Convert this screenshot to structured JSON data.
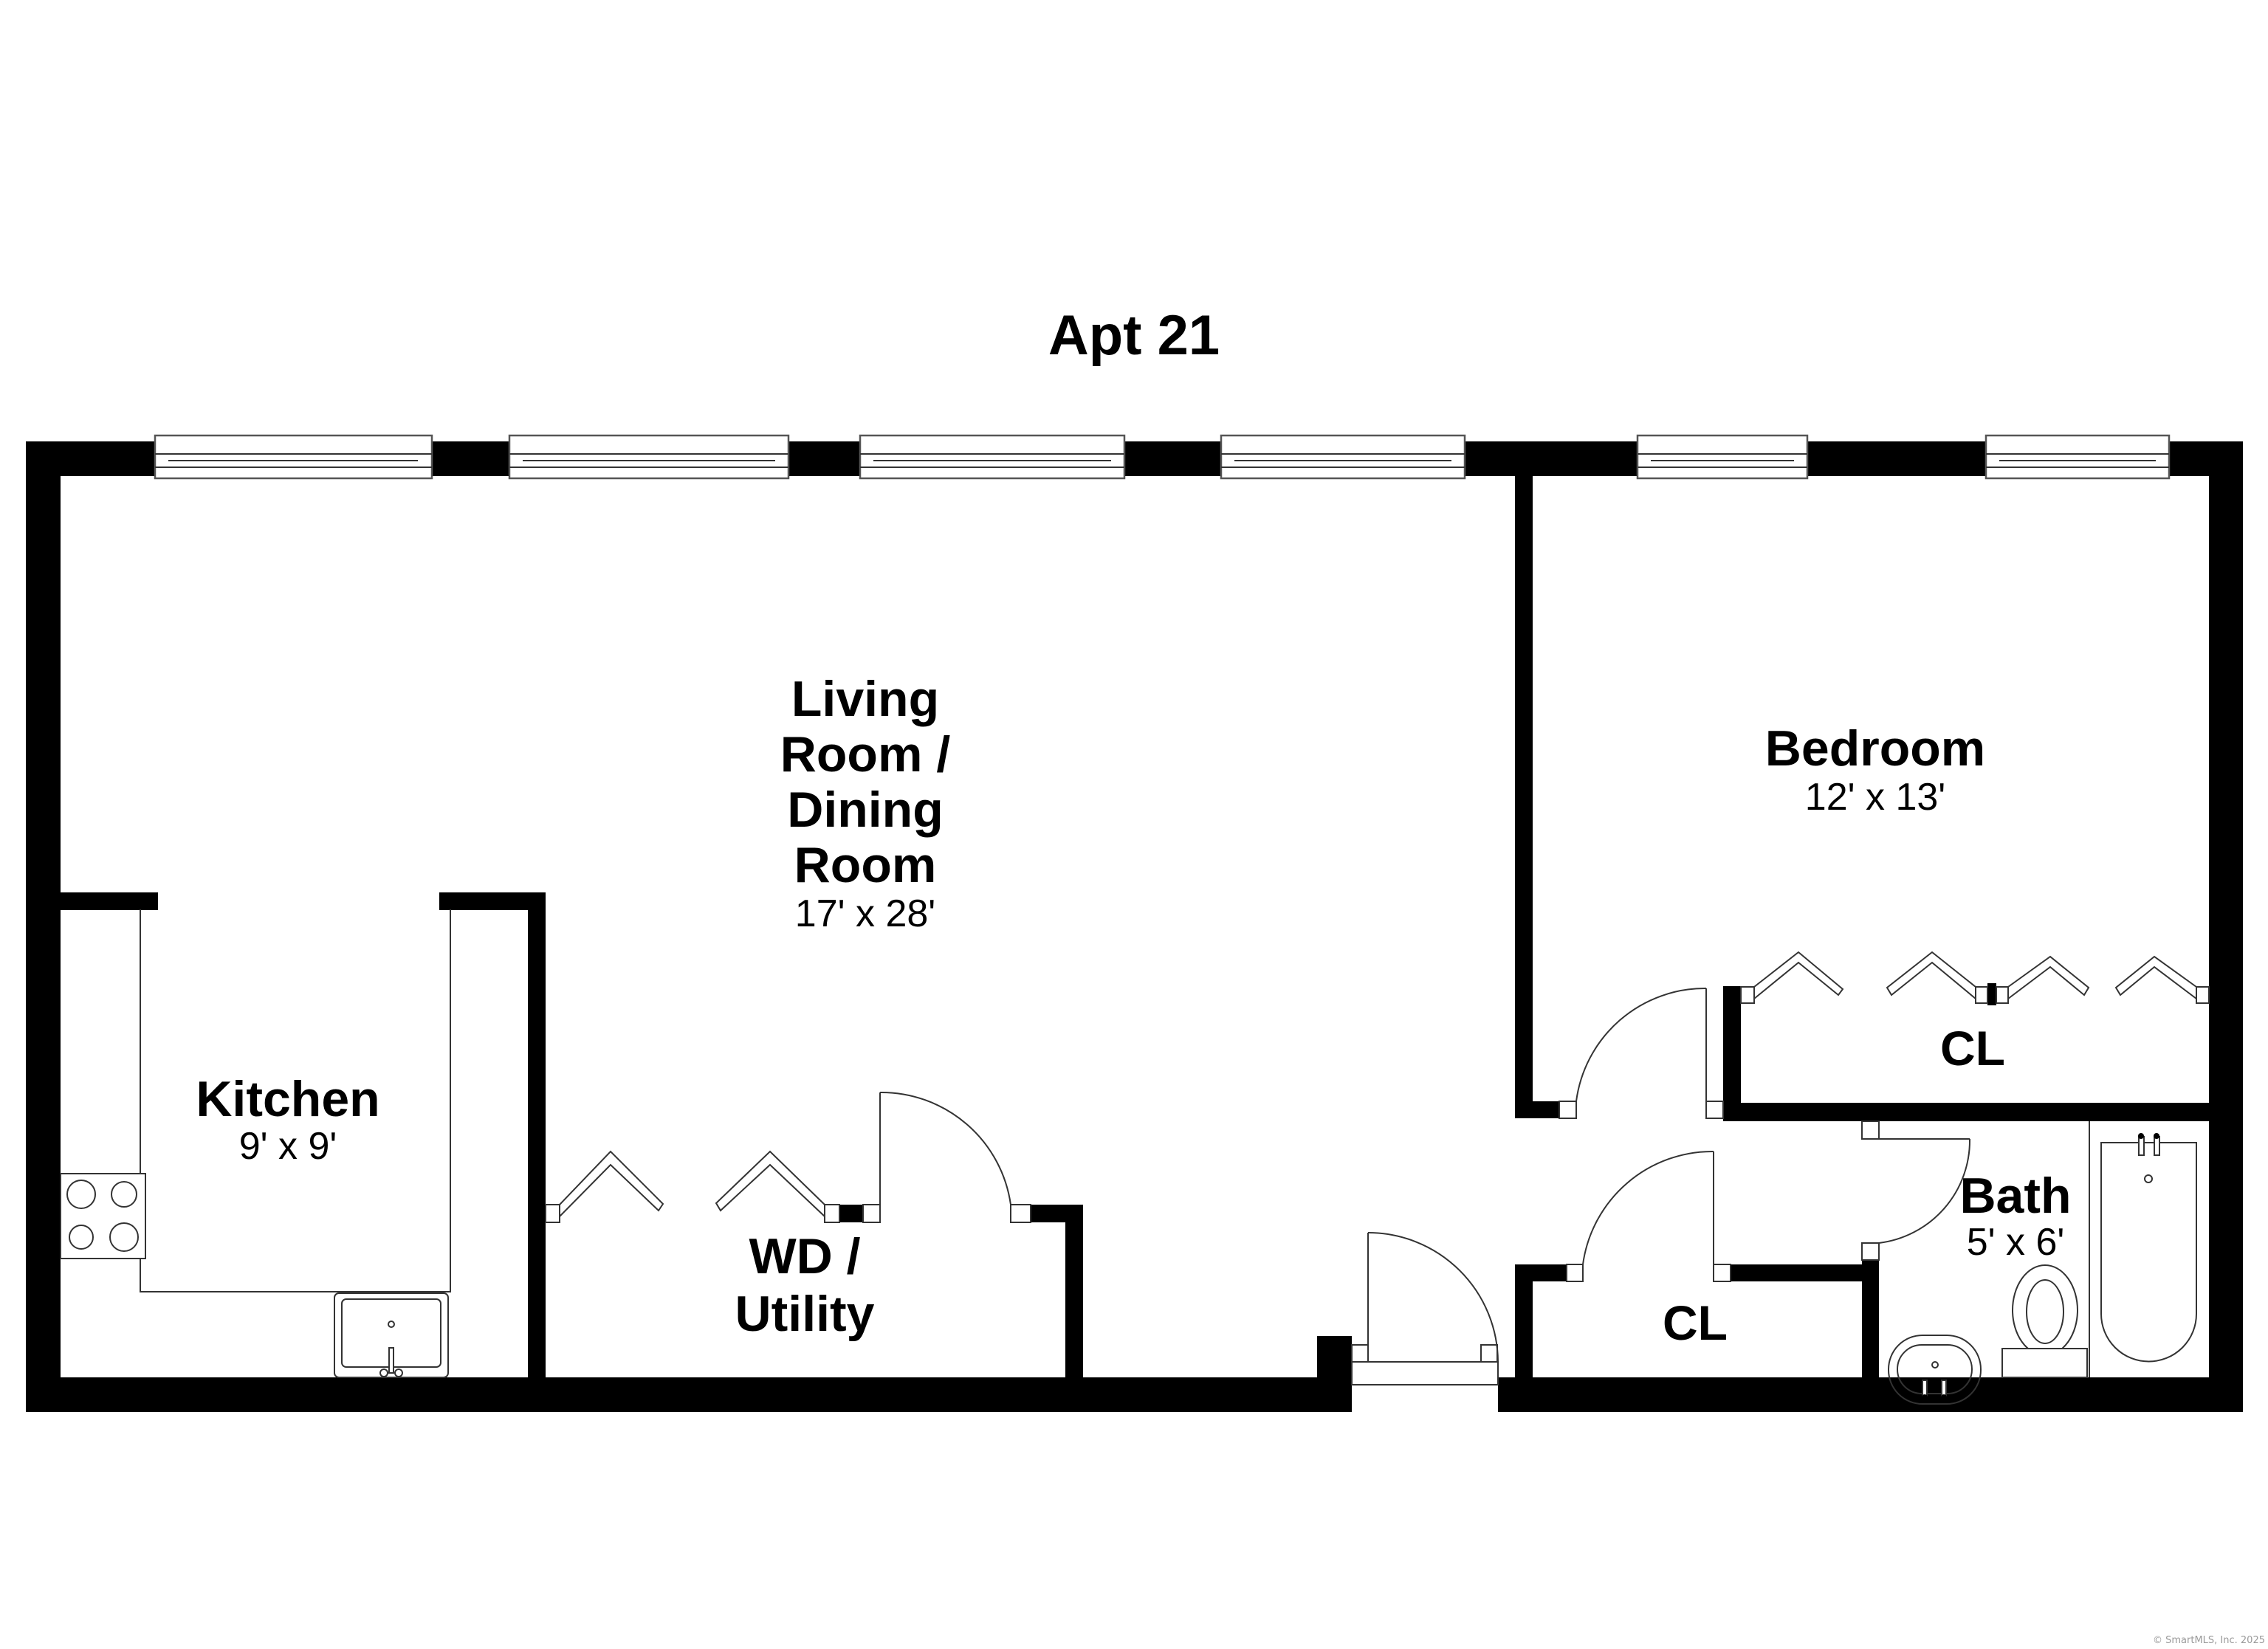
{
  "plan": {
    "title": "Apt 21",
    "colors": {
      "wall": "#000000",
      "fixture_line": "#333333",
      "background": "#ffffff",
      "copyright": "#9a9a9a"
    },
    "rooms": {
      "living": {
        "line1": "Living",
        "line2": "Room /",
        "line3": "Dining",
        "line4": "Room",
        "dimensions": "17' x 28'"
      },
      "bedroom": {
        "name": "Bedroom",
        "dimensions": "12' x 13'"
      },
      "kitchen": {
        "name": "Kitchen",
        "dimensions": "9' x 9'"
      },
      "wd": {
        "line1": "WD /",
        "line2": "Utility"
      },
      "bath": {
        "name": "Bath",
        "dimensions": "5' x 6'"
      },
      "bedroom_closet": {
        "name": "CL"
      },
      "hall_closet": {
        "name": "CL"
      }
    },
    "windows_count": 6,
    "fixtures": [
      "stove-icon",
      "kitchen-sink-icon",
      "bathroom-sink-icon",
      "toilet-icon",
      "bathtub-icon"
    ],
    "copyright": "© SmartMLS, Inc.  2025"
  }
}
